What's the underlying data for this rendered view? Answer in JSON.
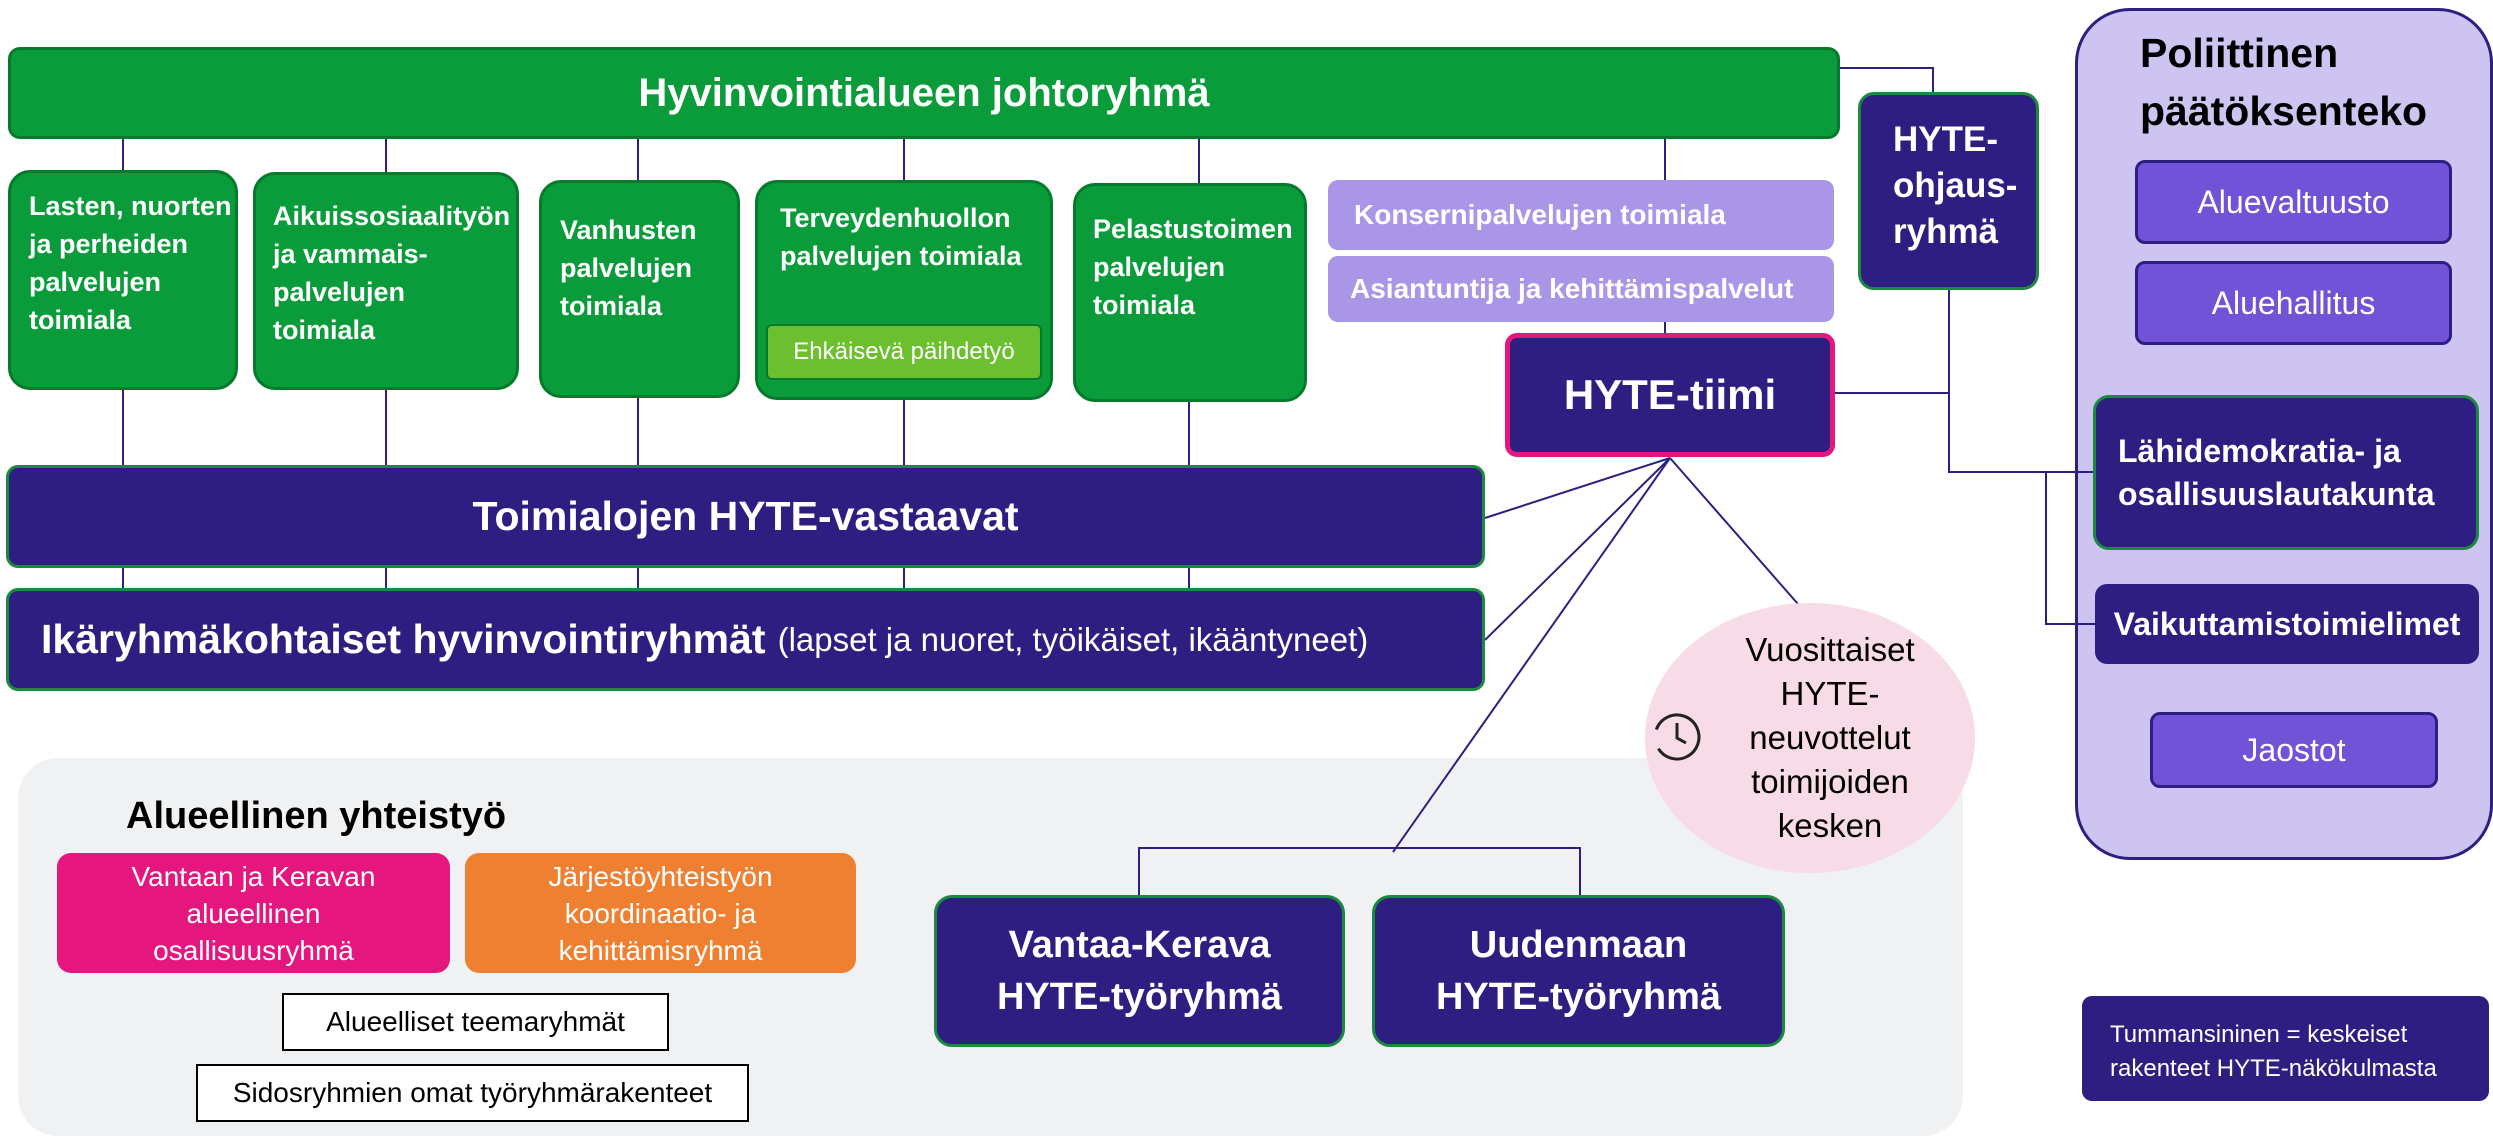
{
  "top": {
    "title": "Hyvinvointialueen johtoryhmä"
  },
  "divisions": [
    {
      "label": "Lasten, nuorten ja perheiden palvelujen toimiala"
    },
    {
      "label": "Aikuissosiaalityön ja vammais-palvelujen toimiala"
    },
    {
      "label": "Vanhusten palvelujen toimiala"
    },
    {
      "label": "Terveydenhuollon palvelujen toimiala"
    },
    {
      "label": "Pelastustoimen palvelujen toimiala"
    }
  ],
  "sub_unit": "Ehkäisevä päihdetyö",
  "support": {
    "konserni": "Konsernipalvelujen toimiala",
    "asiantuntija": "Asiantuntija ja kehittämispalvelut"
  },
  "hyte_team": "HYTE-tiimi",
  "hyte_steering": "HYTE-ohjaus-ryhmä",
  "hyte_responsibles": "Toimialojen HYTE-vastaavat",
  "age_groups": {
    "main": "Ikäryhmäkohtaiset hyvinvointiryhmät",
    "detail": "(lapset ja nuoret, työikäiset, ikääntyneet)"
  },
  "negotiations": {
    "text": "Vuosittaiset HYTE-neuvottelut toimijoiden kesken",
    "icon": "clock-icon"
  },
  "regional": {
    "heading": "Alueellinen yhteistyö",
    "participation_group": "Vantaan ja Keravan alueellinen osallisuusryhmä",
    "ngo_group": "Järjestöyhteistyön koordinaatio- ja kehittämisryhmä",
    "theme_groups": "Alueelliset teemaryhmät",
    "stakeholder_groups": "Sidosryhmien omat työryhmärakenteet",
    "vantaa_kerava": "Vantaa-Kerava HYTE-työryhmä",
    "uusimaa": "Uudenmaan HYTE-työryhmä"
  },
  "political": {
    "title": "Poliittinen päätöksenteko",
    "council": "Aluevaltuusto",
    "board": "Aluehallitus",
    "local_democracy": "Lähidemokratia- ja osallisuuslautakunta",
    "influence_bodies": "Vaikuttamistoimielimet",
    "sections": "Jaostot"
  },
  "legend": "Tummansininen = keskeiset rakenteet HYTE-näkökulmasta",
  "colors": {
    "green": "#0a9c3a",
    "navy": "#2f1e82",
    "lavender": "#a996e6",
    "purple": "#7153d8",
    "pink": "#e6167f",
    "orange": "#ef8031",
    "light_green": "#6cbf2e",
    "panel": "#cdc4f2",
    "bubble": "#f7dbe7",
    "gray_panel": "#f0f1f2"
  }
}
